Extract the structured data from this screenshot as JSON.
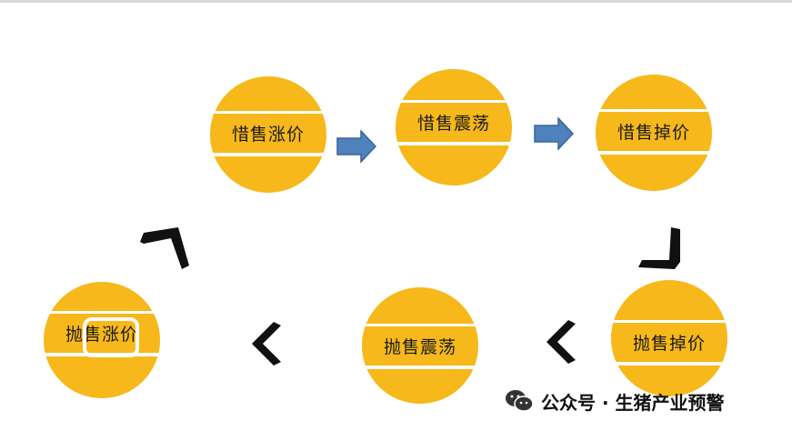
{
  "diagram": {
    "top_row": [
      {
        "label": "惜售涨价"
      },
      {
        "label": "惜售震荡"
      },
      {
        "label": "惜售掉价"
      }
    ],
    "bottom_row": [
      {
        "label": "抛售涨价"
      },
      {
        "label": "抛售震荡"
      },
      {
        "label": "抛售掉价"
      }
    ],
    "node_color": "#f6b81a",
    "arrow_color": "#4f81bd"
  },
  "watermark": {
    "text": "公众号 · 生猪产业预警",
    "icon": "wechat-icon"
  }
}
